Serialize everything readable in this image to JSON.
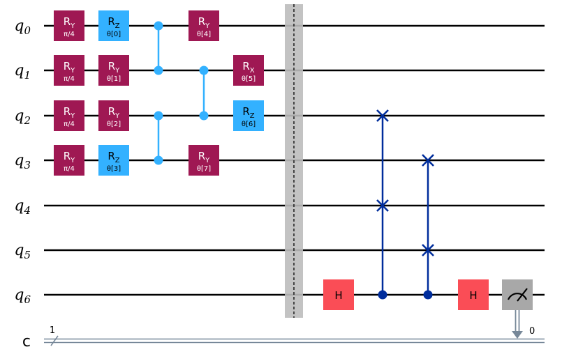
{
  "circuit": {
    "qubits": [
      {
        "base": "q",
        "index": "0"
      },
      {
        "base": "q",
        "index": "1"
      },
      {
        "base": "q",
        "index": "2"
      },
      {
        "base": "q",
        "index": "3"
      },
      {
        "base": "q",
        "index": "4"
      },
      {
        "base": "q",
        "index": "5"
      },
      {
        "base": "q",
        "index": "6"
      }
    ],
    "classical": {
      "label": "c",
      "width": "1",
      "measure_bit": "0"
    },
    "colors": {
      "ry": "#9F1853",
      "rz": "#33B1FF",
      "rx": "#9F1853",
      "h": "#FA4D56",
      "cz": "#33B1FF",
      "swap": "#002D9C",
      "barrier": "#BDBDBD",
      "measure": "#A8A8A8",
      "classical_wire": "#778899"
    },
    "gates": [
      {
        "kind": "rot",
        "name": "R",
        "sub": "Y",
        "param": "π/4",
        "qubit": 0,
        "col": 0,
        "color": "#9F1853",
        "text": "#ffffff"
      },
      {
        "kind": "rot",
        "name": "R",
        "sub": "Y",
        "param": "π/4",
        "qubit": 1,
        "col": 0,
        "color": "#9F1853",
        "text": "#ffffff"
      },
      {
        "kind": "rot",
        "name": "R",
        "sub": "Y",
        "param": "π/4",
        "qubit": 2,
        "col": 0,
        "color": "#9F1853",
        "text": "#ffffff"
      },
      {
        "kind": "rot",
        "name": "R",
        "sub": "Y",
        "param": "π/4",
        "qubit": 3,
        "col": 0,
        "color": "#9F1853",
        "text": "#ffffff"
      },
      {
        "kind": "rot",
        "name": "R",
        "sub": "Z",
        "param": "θ[0]",
        "qubit": 0,
        "col": 1,
        "color": "#33B1FF",
        "text": "#000000"
      },
      {
        "kind": "rot",
        "name": "R",
        "sub": "Y",
        "param": "θ[1]",
        "qubit": 1,
        "col": 1,
        "color": "#9F1853",
        "text": "#ffffff"
      },
      {
        "kind": "rot",
        "name": "R",
        "sub": "Y",
        "param": "θ[2]",
        "qubit": 2,
        "col": 1,
        "color": "#9F1853",
        "text": "#ffffff"
      },
      {
        "kind": "rot",
        "name": "R",
        "sub": "Z",
        "param": "θ[3]",
        "qubit": 3,
        "col": 1,
        "color": "#33B1FF",
        "text": "#000000"
      },
      {
        "kind": "cz",
        "qubits": [
          0,
          1
        ],
        "col": 2,
        "color": "#33B1FF"
      },
      {
        "kind": "cz",
        "qubits": [
          2,
          3
        ],
        "col": 2,
        "color": "#33B1FF"
      },
      {
        "kind": "rot",
        "name": "R",
        "sub": "Y",
        "param": "θ[4]",
        "qubit": 0,
        "col": 3,
        "color": "#9F1853",
        "text": "#ffffff"
      },
      {
        "kind": "cz",
        "qubits": [
          1,
          2
        ],
        "col": 3,
        "color": "#33B1FF"
      },
      {
        "kind": "rot",
        "name": "R",
        "sub": "Y",
        "param": "θ[7]",
        "qubit": 3,
        "col": 3,
        "color": "#9F1853",
        "text": "#ffffff"
      },
      {
        "kind": "rot",
        "name": "R",
        "sub": "X",
        "param": "θ[5]",
        "qubit": 1,
        "col": 4,
        "color": "#9F1853",
        "text": "#ffffff"
      },
      {
        "kind": "rot",
        "name": "R",
        "sub": "Z",
        "param": "θ[6]",
        "qubit": 2,
        "col": 4,
        "color": "#33B1FF",
        "text": "#000000"
      },
      {
        "kind": "barrier",
        "col": 5,
        "color": "#BDBDBD"
      },
      {
        "kind": "h",
        "name": "H",
        "qubit": 6,
        "col": 6,
        "color": "#FA4D56",
        "text": "#000000"
      },
      {
        "kind": "cswap",
        "control": 6,
        "targets": [
          2,
          4
        ],
        "col": 7,
        "color": "#002D9C"
      },
      {
        "kind": "cswap",
        "control": 6,
        "targets": [
          3,
          5
        ],
        "col": 8,
        "color": "#002D9C"
      },
      {
        "kind": "h",
        "name": "H",
        "qubit": 6,
        "col": 9,
        "color": "#FA4D56",
        "text": "#000000"
      },
      {
        "kind": "measure",
        "qubit": 6,
        "col": 10,
        "color": "#A8A8A8"
      }
    ]
  }
}
